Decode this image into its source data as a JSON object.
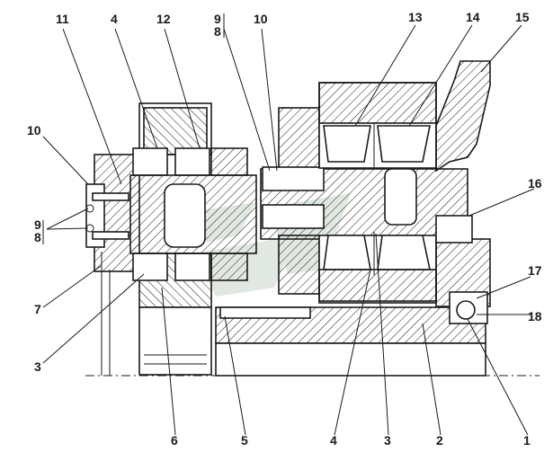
{
  "callouts": {
    "c11": "11",
    "c4_top": "4",
    "c12": "12",
    "c9_top": "9",
    "c8_top": "8",
    "c10_top": "10",
    "c13": "13",
    "c14": "14",
    "c15": "15",
    "c10_left": "10",
    "c16": "16",
    "c9_left": "9",
    "c8_left": "8",
    "c7": "7",
    "c17": "17",
    "c18": "18",
    "c3_left": "3",
    "c6": "6",
    "c5": "5",
    "c4_bottom": "4",
    "c3_bottom": "3",
    "c2": "2",
    "c1": "1"
  }
}
